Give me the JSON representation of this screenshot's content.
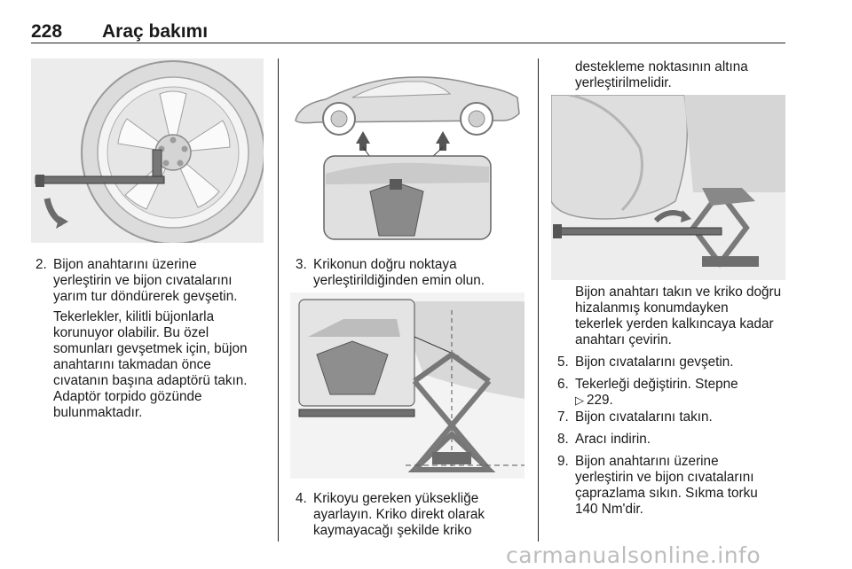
{
  "header": {
    "page_number": "228",
    "section_title": "Araç bakımı"
  },
  "col1": {
    "figure_icon": "wheel-wrench-illustration",
    "step2_number": "2.",
    "step2_lines": [
      "Bijon anahtarını üzerine",
      "yerleştirin ve bijon cıvatalarını",
      "yarım tur döndürerek gevşetin."
    ],
    "note_lines": [
      "Tekerlekler, kilitli büjonlarla",
      "korunuyor olabilir. Bu özel",
      "somunları gevşetmek için, büjon",
      "anahtarını takmadan önce",
      "cıvatanın başına adaptörü takın.",
      "Adaptör torpido gözünde",
      "bulunmaktadır."
    ]
  },
  "col2": {
    "figure1_icon": "car-jack-points-illustration",
    "step3_number": "3.",
    "step3_lines": [
      "Krikonun doğru noktaya",
      "yerleştirildiğinden emin olun."
    ],
    "figure2_icon": "jack-alignment-illustration",
    "step4_number": "4.",
    "step4_lines": [
      "Krikoyu gereken yüksekliğe",
      "ayarlayın. Kriko direkt olarak",
      "kaymayacağı şekilde kriko"
    ]
  },
  "col3": {
    "continued_lines": [
      "destekleme noktasının altına",
      "yerleştirilmelidir."
    ],
    "figure_icon": "jack-crank-illustration",
    "para_lines": [
      "Bijon anahtarı takın ve kriko doğru",
      "hizalanmış konumdayken",
      "tekerlek yerden kalkıncaya kadar",
      "anahtarı çevirin."
    ],
    "steps": [
      {
        "num": "5.",
        "lines": [
          "Bijon cıvatalarını gevşetin."
        ]
      },
      {
        "num": "6.",
        "lines": [
          "Tekerleği değiştirin. Stepne"
        ],
        "xref": "229."
      },
      {
        "num": "7.",
        "lines": [
          "Bijon cıvatalarını takın."
        ]
      },
      {
        "num": "8.",
        "lines": [
          "Aracı indirin."
        ]
      },
      {
        "num": "9.",
        "lines": [
          "Bijon anahtarını üzerine",
          "yerleştirin ve bijon cıvatalarını",
          "çaprazlama sıkın. Sıkma torku",
          "140 Nm'dir."
        ]
      }
    ]
  },
  "xref_icon": "cross-reference-arrow-icon",
  "watermark": "carmanualsonline.info"
}
